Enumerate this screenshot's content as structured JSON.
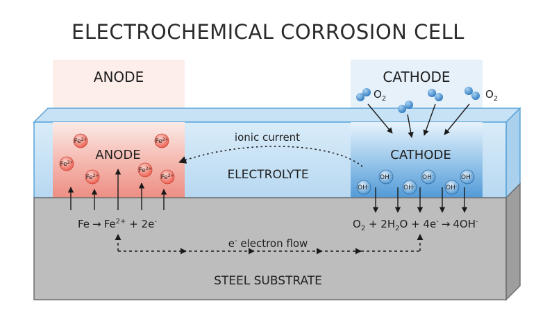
{
  "title": "ELECTROCHEMICAL CORROSION CELL",
  "anode": {
    "top_label": "ANODE",
    "inner_label": "ANODE",
    "ion_label": "Fe",
    "ion_charge": "2+",
    "reaction": {
      "a": "Fe",
      "b": "Fe",
      "b_sup": "2+",
      "c": " + 2e",
      "c_sup": "-"
    },
    "color": "#f08a7e"
  },
  "cathode": {
    "top_label": "CATHODE",
    "inner_label": "CATHODE",
    "o2_label": "O",
    "o2_sub": "2",
    "ion_label": "OH",
    "ion_charge": "-",
    "reaction": {
      "a": "O",
      "a_sub": "2",
      "b": " + 2H",
      "b_sub": "2",
      "c": "O + 4e",
      "c_sup": "-",
      "d": "4OH",
      "d_sup": "-"
    },
    "color": "#4d97d6"
  },
  "electrolyte": {
    "label": "ELECTROLYTE",
    "ionic_current": "ionic current",
    "color": "#cfe6f7"
  },
  "electron_flow": {
    "prefix": "e",
    "prefix_sup": "-",
    "text": " electron flow"
  },
  "substrate": {
    "label": "STEEL SUBSTRATE",
    "color": "#bdbdbd"
  }
}
